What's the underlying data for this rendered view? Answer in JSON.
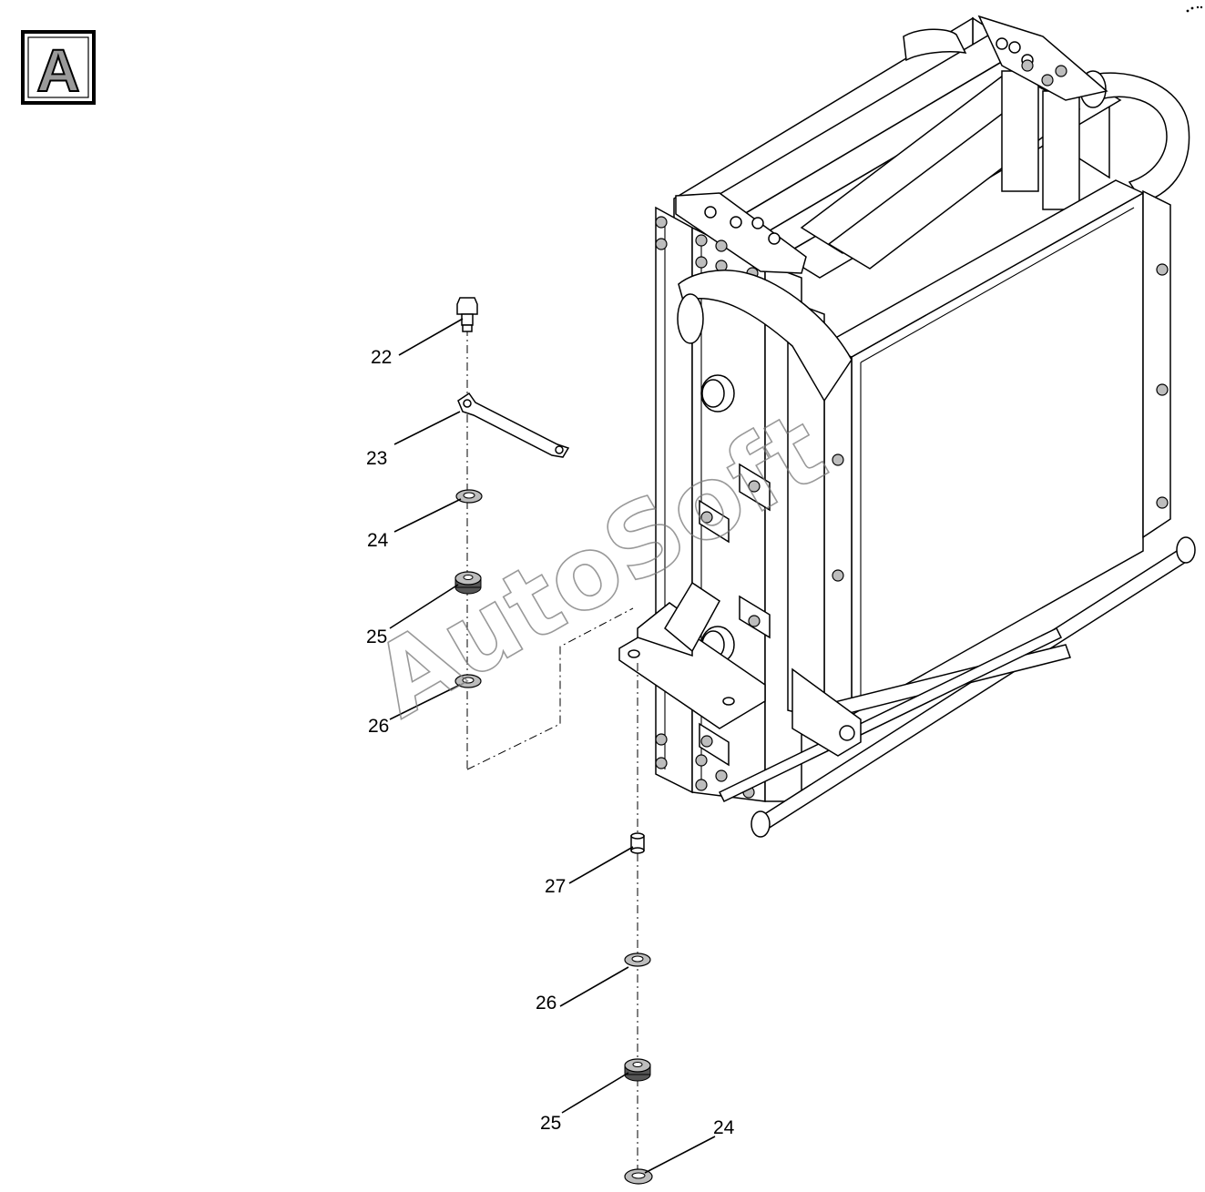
{
  "view_badge": {
    "letter": "A",
    "fill": "#9a9a9a",
    "frame": "#000000"
  },
  "watermark": {
    "text": "AutoSoft",
    "color": "#777777"
  },
  "callouts": [
    {
      "id": "c22",
      "label": "22"
    },
    {
      "id": "c23",
      "label": "23"
    },
    {
      "id": "c24a",
      "label": "24"
    },
    {
      "id": "c25a",
      "label": "25"
    },
    {
      "id": "c26a",
      "label": "26"
    },
    {
      "id": "c27",
      "label": "27"
    },
    {
      "id": "c26b",
      "label": "26"
    },
    {
      "id": "c25b",
      "label": "25"
    },
    {
      "id": "c24b",
      "label": "24"
    }
  ],
  "parts": [
    {
      "name": "bolt"
    },
    {
      "name": "clamp-strap"
    },
    {
      "name": "washer"
    },
    {
      "name": "rubber-mount"
    },
    {
      "name": "washer"
    },
    {
      "name": "spacer-sleeve"
    },
    {
      "name": "washer"
    },
    {
      "name": "rubber-mount"
    },
    {
      "name": "washer"
    }
  ]
}
